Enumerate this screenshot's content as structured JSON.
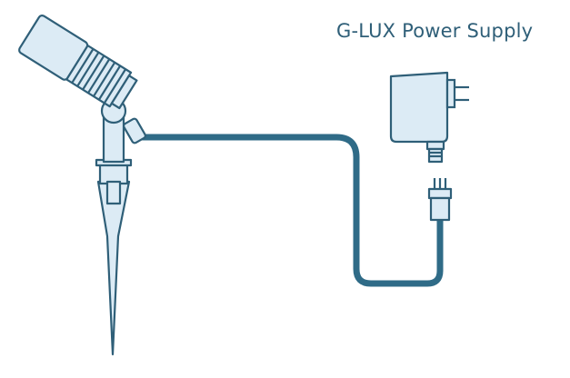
{
  "diagram": {
    "label": "G-LUX Power Supply",
    "colors": {
      "fill": "#dcebf5",
      "stroke": "#2f5f78",
      "cable": "#2f6b87",
      "background": "#ffffff"
    },
    "parts": [
      "spot-light-head",
      "light-mount-joint",
      "ground-stake",
      "cable",
      "power-supply-adapter",
      "plug-prongs",
      "cable-connector"
    ]
  }
}
